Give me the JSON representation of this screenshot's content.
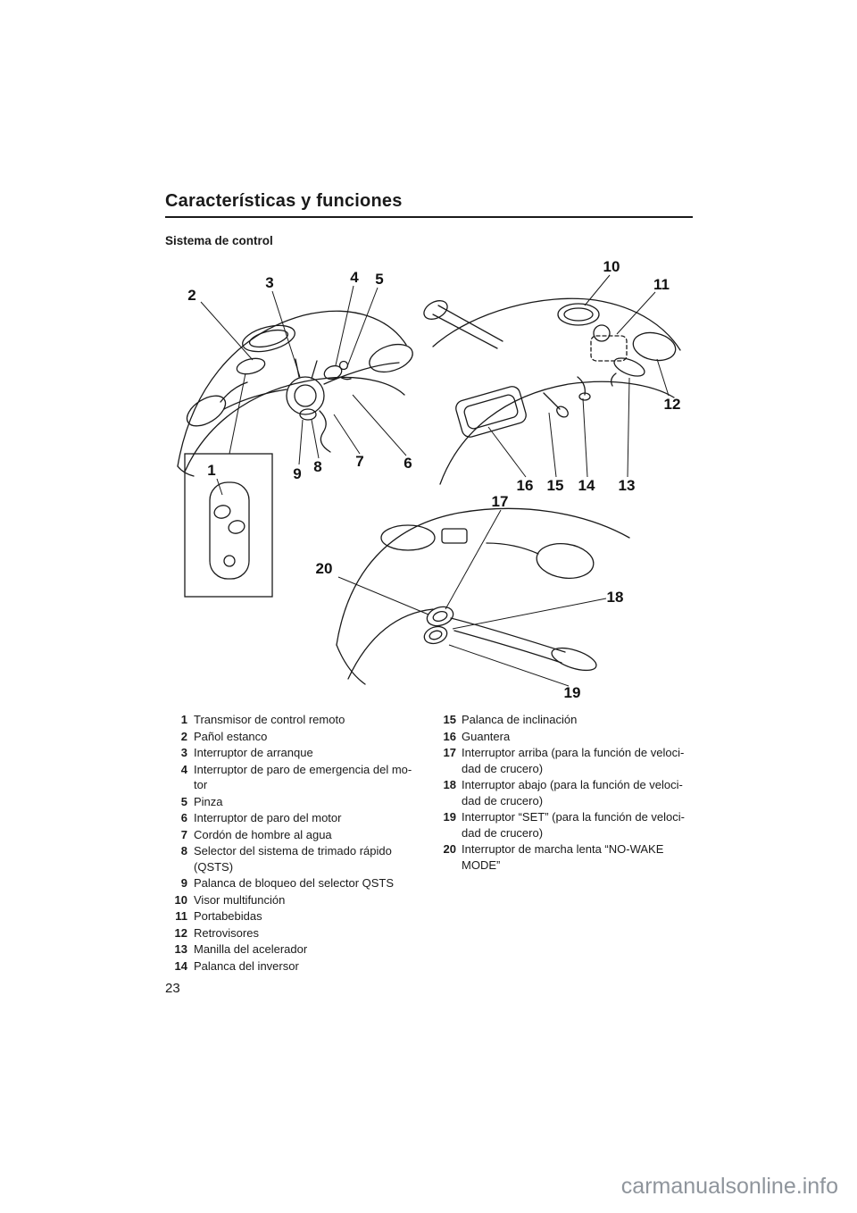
{
  "page": {
    "header": "Características y funciones",
    "section_title": "Sistema de control",
    "page_number": "23",
    "watermark": "carmanualsonline.info"
  },
  "callouts": {
    "c1": "1",
    "c2": "2",
    "c3": "3",
    "c4": "4",
    "c5": "5",
    "c6": "6",
    "c7": "7",
    "c8": "8",
    "c9": "9",
    "c10": "10",
    "c11": "11",
    "c12": "12",
    "c13": "13",
    "c14": "14",
    "c15": "15",
    "c16": "16",
    "c17": "17",
    "c18": "18",
    "c19": "19",
    "c20": "20"
  },
  "legend": {
    "left": [
      {
        "num": "1",
        "text": "Transmisor de control remoto"
      },
      {
        "num": "2",
        "text": "Pañol estanco"
      },
      {
        "num": "3",
        "text": "Interruptor de arranque"
      },
      {
        "num": "4",
        "text": "Interruptor de paro de emergencia del mo-\ntor"
      },
      {
        "num": "5",
        "text": "Pinza"
      },
      {
        "num": "6",
        "text": "Interruptor de paro del motor"
      },
      {
        "num": "7",
        "text": "Cordón de hombre al agua"
      },
      {
        "num": "8",
        "text": "Selector del sistema de trimado rápido\n(QSTS)"
      },
      {
        "num": "9",
        "text": "Palanca de bloqueo del selector QSTS"
      },
      {
        "num": "10",
        "text": "Visor multifunción"
      },
      {
        "num": "11",
        "text": "Portabebidas"
      },
      {
        "num": "12",
        "text": "Retrovisores"
      },
      {
        "num": "13",
        "text": "Manilla del acelerador"
      },
      {
        "num": "14",
        "text": "Palanca del inversor"
      }
    ],
    "right": [
      {
        "num": "15",
        "text": "Palanca de inclinación"
      },
      {
        "num": "16",
        "text": "Guantera"
      },
      {
        "num": "17",
        "text": "Interruptor arriba (para la función de veloci-\ndad de crucero)"
      },
      {
        "num": "18",
        "text": "Interruptor abajo (para la función de veloci-\ndad de crucero)"
      },
      {
        "num": "19",
        "text": "Interruptor “SET” (para la función de veloci-\ndad de crucero)"
      },
      {
        "num": "20",
        "text": "Interruptor de marcha lenta “NO-WAKE\nMODE”"
      }
    ]
  }
}
